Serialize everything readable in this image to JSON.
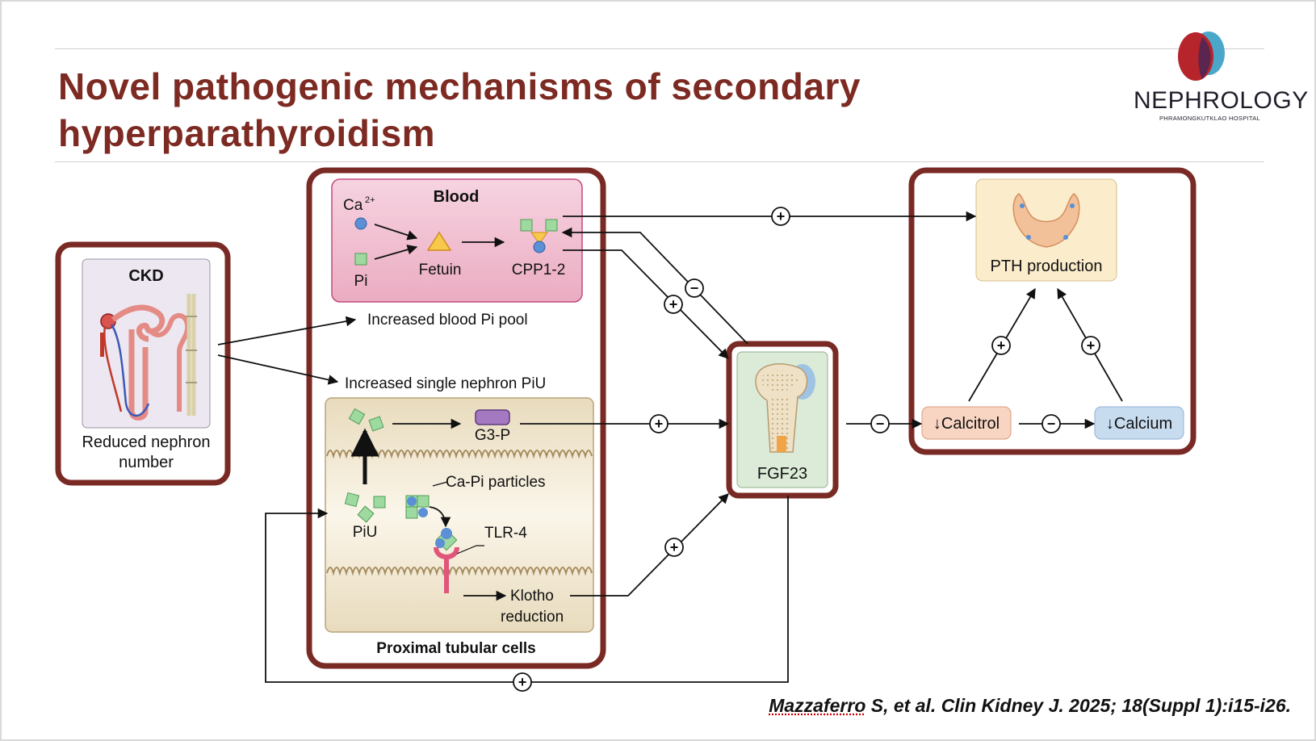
{
  "slide": {
    "title": "Novel pathogenic mechanisms of secondary hyperparathyroidism",
    "logo": {
      "name": "NEPHROLOGY",
      "subtitle": "PHRAMONGKUTKLAO HOSPITAL"
    },
    "citation": {
      "author": "Mazzaferro",
      "rest": " S, et al. Clin Kidney J. 2025; 18(Suppl 1):i15-i26."
    },
    "colors": {
      "title": "#7c2a22",
      "frame": "#7a2a24",
      "blood_panel": "#f0bfd0",
      "tubule_panel": "#ede1c6",
      "fgf23_panel": "#dcebd8",
      "pth_panel": "#fbeccb",
      "calcitrol": "#f8d4c2",
      "calcium": "#c8dcef"
    }
  },
  "diagram": {
    "ckd": {
      "header": "CKD",
      "caption_line1": "Reduced nephron",
      "caption_line2": "number",
      "icon": "nephron-icon"
    },
    "blood": {
      "header": "Blood",
      "ca_label": "Ca",
      "ca_sup": "2+",
      "pi_label": "Pi",
      "fetuin_label": "Fetuin",
      "cpp_label": "CPP1-2"
    },
    "increased_blood_pi": "Increased blood Pi pool",
    "increased_single_nephron": "Increased single nephron PiU",
    "tubule": {
      "g3p_label": "G3-P",
      "capi_label": "Ca-Pi particles",
      "piu_label": "PiU",
      "tlr4_label": "TLR-4",
      "klotho_line1": "Klotho",
      "klotho_line2": "reduction",
      "footer": "Proximal tubular cells"
    },
    "fgf23": {
      "label": "FGF23",
      "icon": "bone-icon"
    },
    "pth": {
      "label": "PTH production",
      "icon": "parathyroid-gland-icon"
    },
    "calcitrol_label": "↓Calcitrol",
    "calcium_label": "↓Calcium",
    "signs": {
      "plus": "+",
      "minus": "−"
    }
  }
}
